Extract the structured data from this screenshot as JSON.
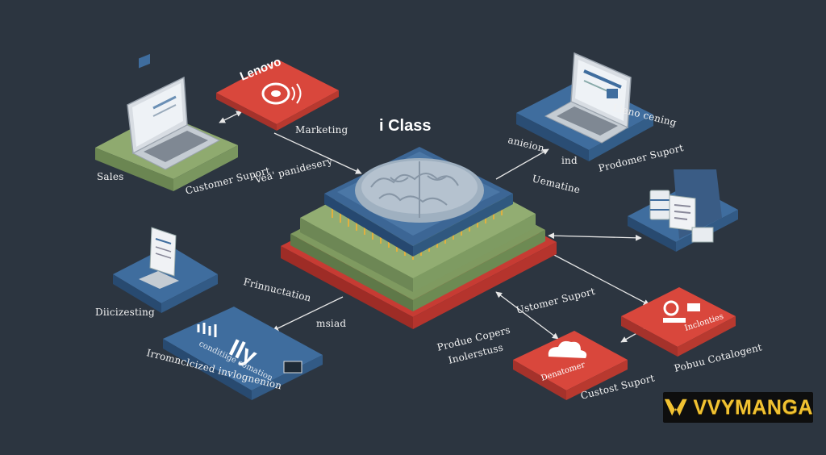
{
  "title": "i Class",
  "labels": {
    "lenovo_tile": "Lenovo",
    "marketing": "Marketing",
    "sales": "Sales",
    "customer_support_1": "Customer Suport",
    "vea": "Vea' panidesery",
    "lenovo_cening": "Lleno cening",
    "anieion": "anieion",
    "ind": "ind",
    "uematine": "Uematine",
    "prodomer_suport": "Prodomer Suport",
    "dicizesting": "Diicizesting",
    "frinnuctation": "Frinnuctation",
    "msiad": "msiad",
    "graphic_main": "Ily",
    "graphic_sub": "conditiige comation",
    "irronmcized": "Irromnclcized invlognenion",
    "produe_copers": "Produe Copers",
    "inolerstuss": "Inolerstuss",
    "ustomer_suport": "Ustomer Suport",
    "denatomer": "Denatomer",
    "custost_suport": "Custost Suport",
    "inclonties": "Inclonties",
    "pobuu": "Pobuu Cotalogent",
    "badge": "VVYMANGA"
  },
  "colors": {
    "background": "#2c3540",
    "red": "#d9473c",
    "blue": "#3f6d9e",
    "green": "#8faa6f",
    "badge_text": "#f1c232"
  },
  "icons": [
    "brain-icon",
    "laptop-icon",
    "speaker-icon",
    "server-icon",
    "document-icon",
    "cloud-icon",
    "user-icon",
    "chip-icon"
  ]
}
